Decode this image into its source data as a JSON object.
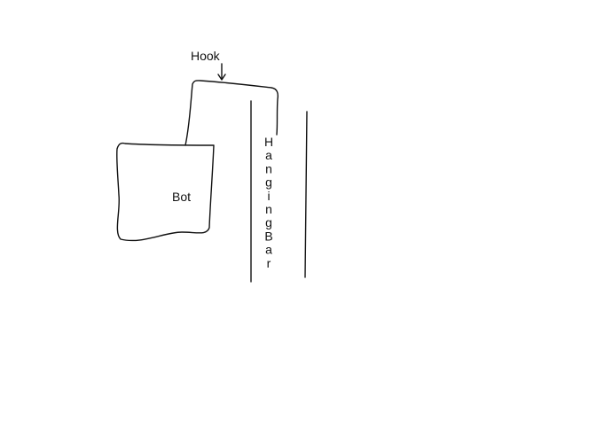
{
  "diagram": {
    "labels": {
      "hook": "Hook",
      "bot": "Bot",
      "hanging_bar": "HangingBar"
    },
    "colors": {
      "ink": "#111111",
      "background": "#ffffff"
    }
  }
}
